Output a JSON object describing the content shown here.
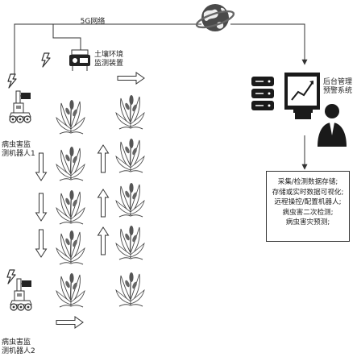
{
  "network": {
    "label": "5G网络"
  },
  "soil_monitor": {
    "label_line1": "土壤环境",
    "label_line2": "监测装置"
  },
  "backend": {
    "label_line1": "后台管理",
    "label_line2": "预警系统"
  },
  "robot1": {
    "label_line1": "病虫害监",
    "label_line2": "测机器人1"
  },
  "robot2": {
    "label_line1": "病虫害监",
    "label_line2": "测机器人2"
  },
  "functions": [
    "采集/检测数据存储;",
    "存储或实时数据可视化;",
    "远程操控/配置机器人;",
    "病虫害二次检测;",
    "病虫害灾预测;"
  ],
  "colors": {
    "globe": "#4a4a4a",
    "line": "#333333",
    "server": "#1a1a1a"
  }
}
